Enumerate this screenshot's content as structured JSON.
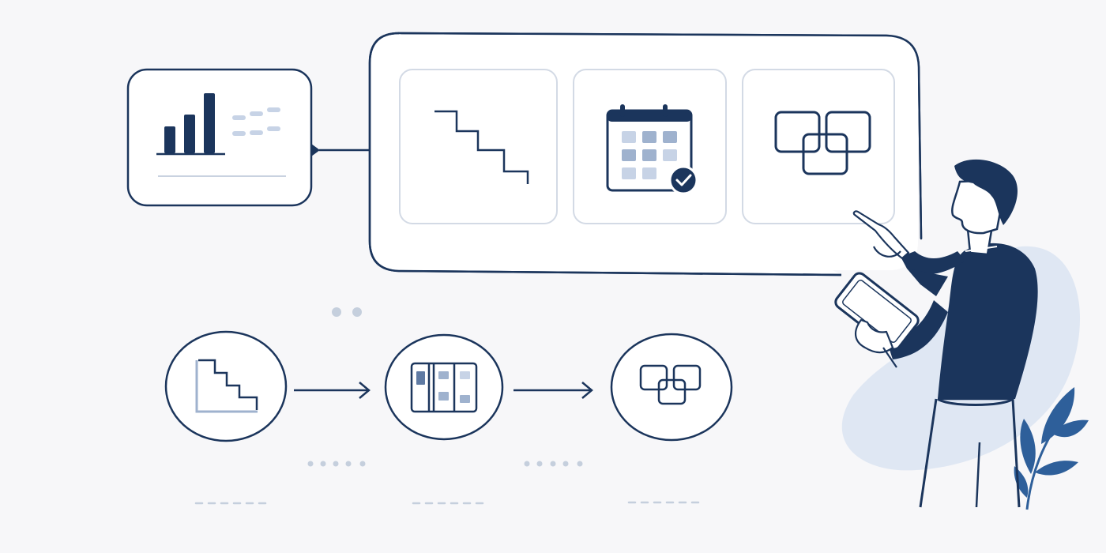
{
  "colors": {
    "background": "#f7f7f9",
    "navy": "#1b355c",
    "panel_fill": "#ffffff",
    "tile_border": "#d3dae5",
    "light_blue": "#c7d3e6",
    "mid_blue": "#9fb2ce",
    "blob": "#dfe7f3",
    "divider": "#c9d2e0",
    "dots": "#c5cfdd"
  },
  "icons": {
    "dashboard_card": "bar-chart-icon",
    "tile_1": "descending-steps-icon",
    "tile_2": "calendar-check-icon",
    "tile_3": "linked-squares-icon",
    "flow_1": "staircase-chart-icon",
    "flow_2": "kanban-board-icon",
    "flow_3": "linked-squares-icon",
    "person": "person-pointing-illustration",
    "plant": "plant-leaves-illustration"
  },
  "flow": {
    "steps": 3,
    "connector": "arrow-right-icon"
  }
}
